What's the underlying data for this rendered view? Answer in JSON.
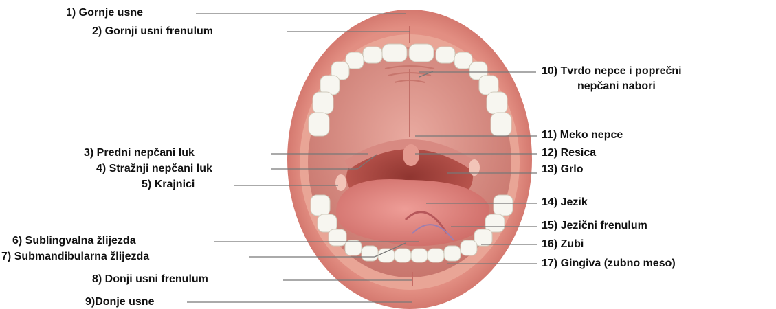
{
  "labels": {
    "l1": "1) Gornje usne",
    "l2": "2) Gornji usni frenulum",
    "l3": "3) Predni nepčani luk",
    "l4": "4) Stražnji nepčani luk",
    "l5": "5) Krajnici",
    "l6": "6) Sublingvalna žlijezda",
    "l7": "7) Submandibularna žlijezda",
    "l8": "8) Donji usni frenulum",
    "l9": "9)Donje usne",
    "l10a": "10) Tvrdo nepce i poprečni",
    "l10b": "nepčani nabori",
    "l11": "11) Meko nepce",
    "l12": "12) Resica",
    "l13": "13) Grlo",
    "l14": "14) Jezik",
    "l15": "15) Jezični frenulum",
    "l16": "16) Zubi",
    "l17": "17) Gingiva (zubno meso)"
  },
  "colors": {
    "lip": "#d8726a",
    "skin": "#f3c6b4",
    "palate": "#d98a80",
    "throat": "#a8463e",
    "tongue": "#e0837e",
    "teeth": "#f7f7f2",
    "gum": "#e8a095",
    "leader": "#777777"
  }
}
